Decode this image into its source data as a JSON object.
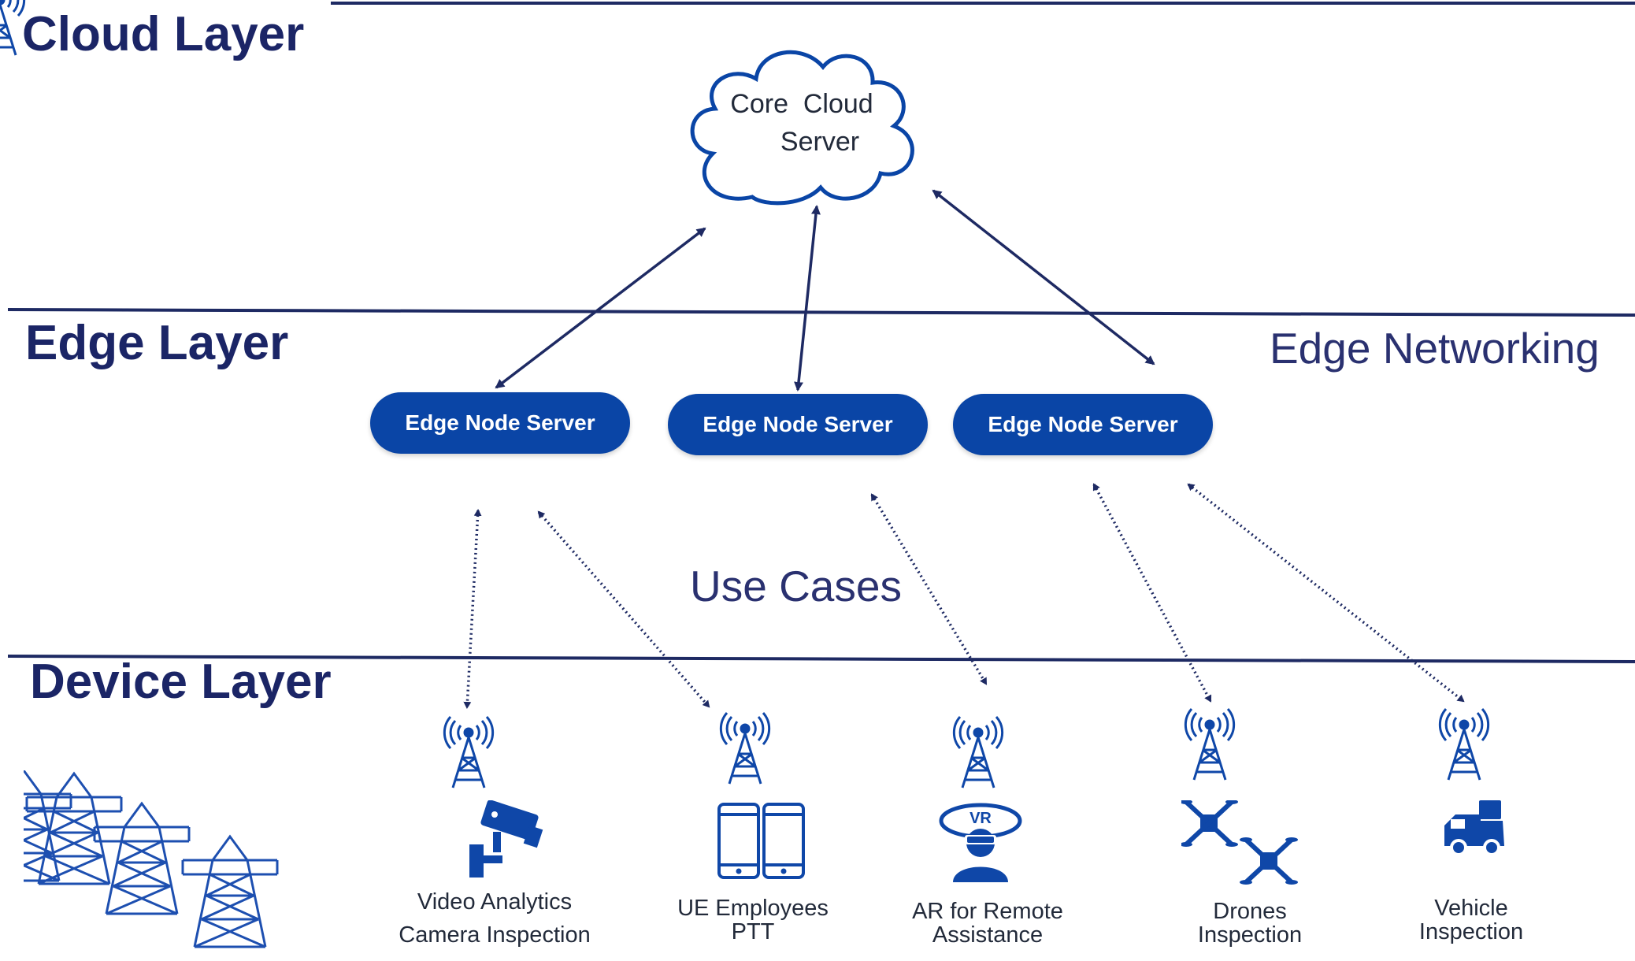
{
  "layers": {
    "cloud": "Cloud Layer",
    "edge": "Edge Layer",
    "device": "Device Layer"
  },
  "side_labels": {
    "edge_networking": "Edge Networking",
    "use_cases": "Use Cases"
  },
  "cloud_server": {
    "line1": "Core  Cloud",
    "line2": "Server"
  },
  "edge_nodes": [
    {
      "label": "Edge Node Server"
    },
    {
      "label": "Edge Node Server"
    },
    {
      "label": "Edge Node Server"
    }
  ],
  "devices": [
    {
      "line1": "Video Analytics",
      "line2": "Camera Inspection",
      "icon": "security-camera-icon"
    },
    {
      "line1": "UE Employees",
      "line2": "PTT",
      "icon": "smartphones-icon"
    },
    {
      "line1": "AR for Remote",
      "line2": "Assistance",
      "icon": "vr-headset-icon"
    },
    {
      "line1": "Drones",
      "line2": "Inspection",
      "icon": "drone-icon"
    },
    {
      "line1": "Vehicle",
      "line2": "Inspection",
      "icon": "delivery-truck-icon"
    }
  ],
  "colors": {
    "primary": "#0a45a6",
    "dark_navy": "#1b2566",
    "line": "#1e2a63",
    "icon_blue": "#0f47a8"
  }
}
